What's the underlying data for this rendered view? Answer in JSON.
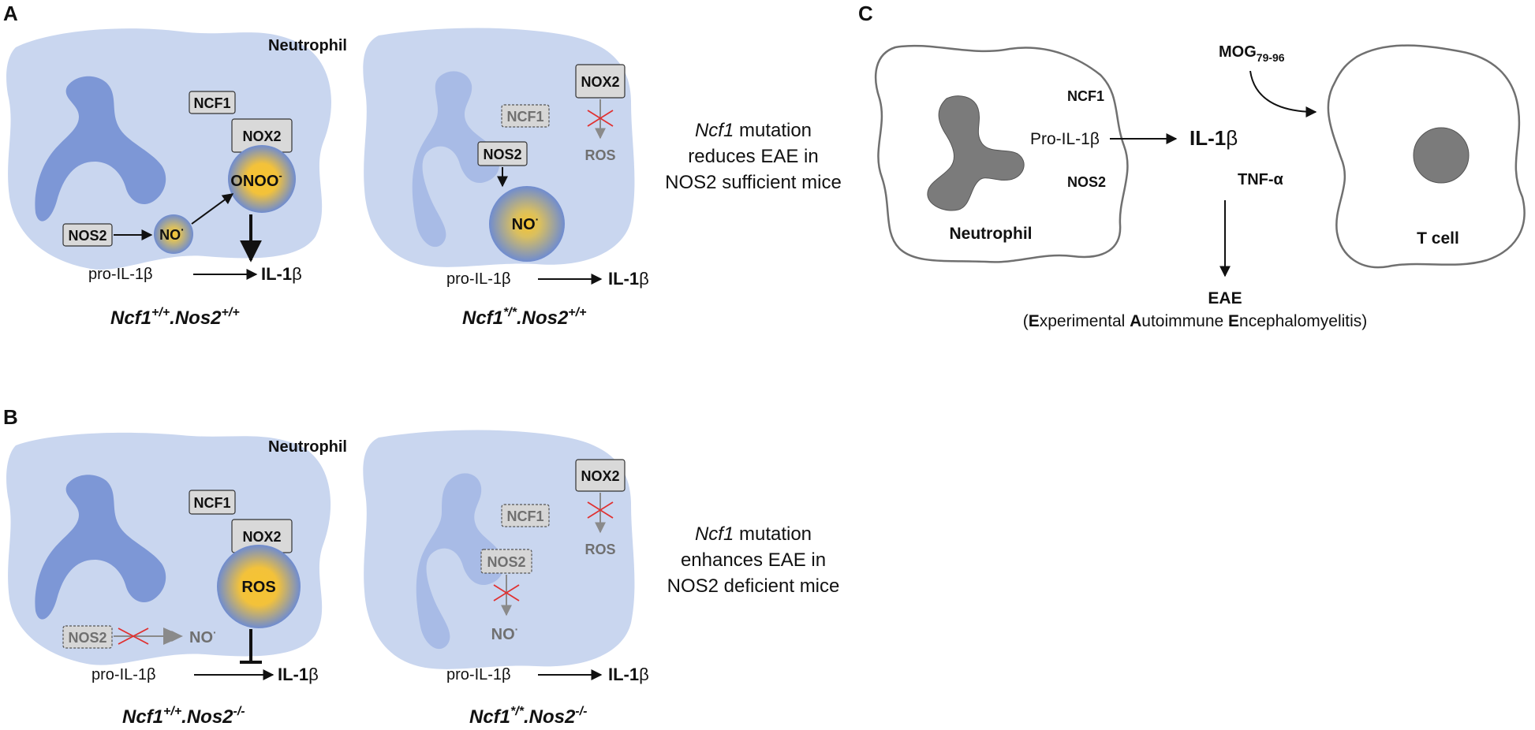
{
  "panels": {
    "A": {
      "letter": "A",
      "left": {
        "cell_name": "Neutrophil",
        "ncf1": "NCF1",
        "nox2": "NOX2",
        "nos2": "NOS2",
        "no": "NO",
        "no_sup": "·",
        "onoo": "ONOO",
        "onoo_sup": "-",
        "pro": "pro-IL-1β",
        "il1_a": "IL-1",
        "il1_b": "β",
        "geno_main": "Ncf1",
        "geno_sup1": "+/+",
        "geno_mid": ".Nos2",
        "geno_sup2": "+/+"
      },
      "right": {
        "nox2": "NOX2",
        "ncf1": "NCF1",
        "nos2": "NOS2",
        "ros": "ROS",
        "no": "NO",
        "no_sup": "·",
        "pro": "pro-IL-1β",
        "il1_a": "IL-1",
        "il1_b": "β",
        "geno_main": "Ncf1",
        "geno_sup1": "*/*",
        "geno_mid": ".Nos2",
        "geno_sup2": "+/+"
      },
      "caption": {
        "gene": "Ncf1",
        "line1_rest": " mutation",
        "line2": "reduces EAE in",
        "line3": "NOS2 sufficient mice"
      }
    },
    "B": {
      "letter": "B",
      "left": {
        "cell_name": "Neutrophil",
        "ncf1": "NCF1",
        "nox2": "NOX2",
        "ros": "ROS",
        "nos2": "NOS2",
        "no": "NO",
        "no_sup": "·",
        "pro": "pro-IL-1β",
        "il1_a": "IL-1",
        "il1_b": "β",
        "geno_main": "Ncf1",
        "geno_sup1": "+/+",
        "geno_mid": ".Nos2",
        "geno_sup2": "-/-"
      },
      "right": {
        "nox2": "NOX2",
        "ncf1": "NCF1",
        "nos2": "NOS2",
        "ros": "ROS",
        "no": "NO",
        "no_sup": "·",
        "pro": "pro-IL-1β",
        "il1_a": "IL-1",
        "il1_b": "β",
        "geno_main": "Ncf1",
        "geno_sup1": "*/*",
        "geno_mid": ".Nos2",
        "geno_sup2": "-/-"
      },
      "caption": {
        "gene": "Ncf1",
        "line1_rest": " mutation",
        "line2": "enhances EAE in",
        "line3": "NOS2 deficient mice"
      }
    },
    "C": {
      "letter": "C",
      "mog": "MOG",
      "mog_sub": "79-96",
      "ncf1": "NCF1",
      "pro": "Pro-IL-1β",
      "il1_a": "IL-1",
      "il1_b": "β",
      "nos2": "NOS2",
      "tnf": "TNF-α",
      "neutrophil": "Neutrophil",
      "tcell": "T cell",
      "eae": "EAE",
      "eae_full": {
        "open": "(",
        "E1": "E",
        "w1": "xperimental ",
        "A": "A",
        "w2": "utoimmune ",
        "E2": "E",
        "w3": "ncephalomyelitis)"
      }
    }
  },
  "colors": {
    "cell_fill": "#c9d6ef",
    "nucleus": "#7d97d6",
    "glow_center": "#f6c431",
    "glow_edge": "#6f8cd0",
    "inhibit_cross": "#e03030"
  }
}
